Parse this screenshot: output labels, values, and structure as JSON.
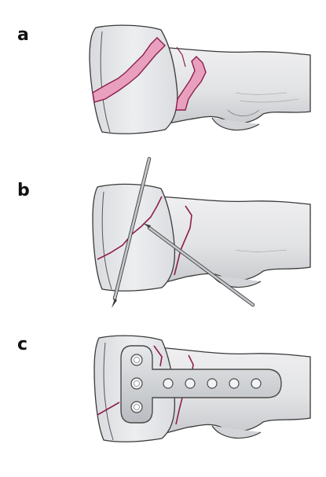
{
  "panels": [
    {
      "label": "a"
    },
    {
      "label": "b"
    },
    {
      "label": "c"
    }
  ],
  "colors": {
    "bone_fill": "#e4e5e7",
    "bone_shade": "#c9cbce",
    "bone_outline": "#3a3a3a",
    "fracture_line": "#8c1f4e",
    "fracture_gap_fill": "#e9a0bf",
    "plate_fill": "#d3d5d8",
    "plate_outline": "#4a4a4a",
    "wire_fill": "#bfc2c6"
  },
  "icons": {
    "bone": "bone-illustration",
    "k_wire": "kirschner-wire",
    "plate": "t-plate",
    "screw_hole": "screw-hole"
  }
}
